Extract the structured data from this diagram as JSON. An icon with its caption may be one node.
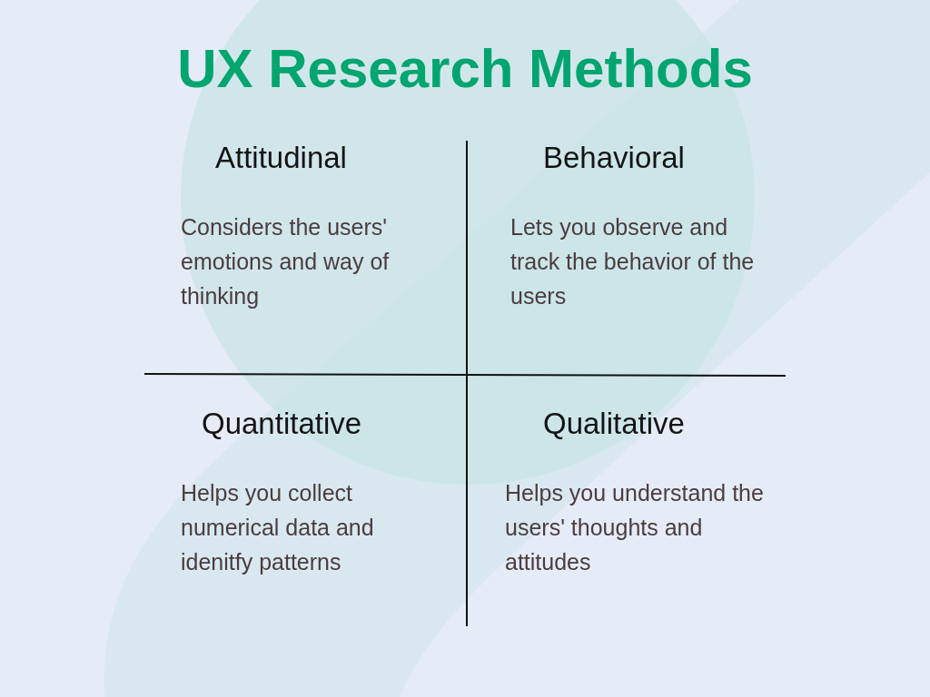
{
  "diagram": {
    "title": "UX Research Methods",
    "labels": [
      "Attitudinal",
      "Considers the users' emotions and way of thinking",
      "Behavioral",
      "Lets you observe and track the behavior of the users",
      "Quantitative",
      "Helps you collect numerical data and idenitfy patterns",
      "Qualitative",
      "Helps you understand the users' thoughts and attitudes"
    ]
  }
}
